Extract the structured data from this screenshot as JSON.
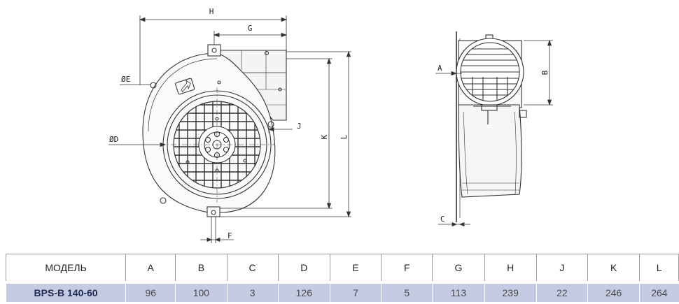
{
  "drawing": {
    "front_view_labels": {
      "H": "H",
      "G": "G",
      "E": "ØE",
      "D": "ØD",
      "J": "J",
      "K": "K",
      "L": "L",
      "F": "F"
    },
    "side_view_labels": {
      "A": "A",
      "B": "B",
      "C": "C"
    }
  },
  "table": {
    "headers": [
      "МОДЕЛЬ",
      "A",
      "B",
      "C",
      "D",
      "E",
      "F",
      "G",
      "H",
      "J",
      "K",
      "L"
    ],
    "rows": [
      [
        "BPS-B 140-60",
        "96",
        "100",
        "3",
        "126",
        "7",
        "5",
        "113",
        "239",
        "22",
        "246",
        "264"
      ]
    ]
  }
}
